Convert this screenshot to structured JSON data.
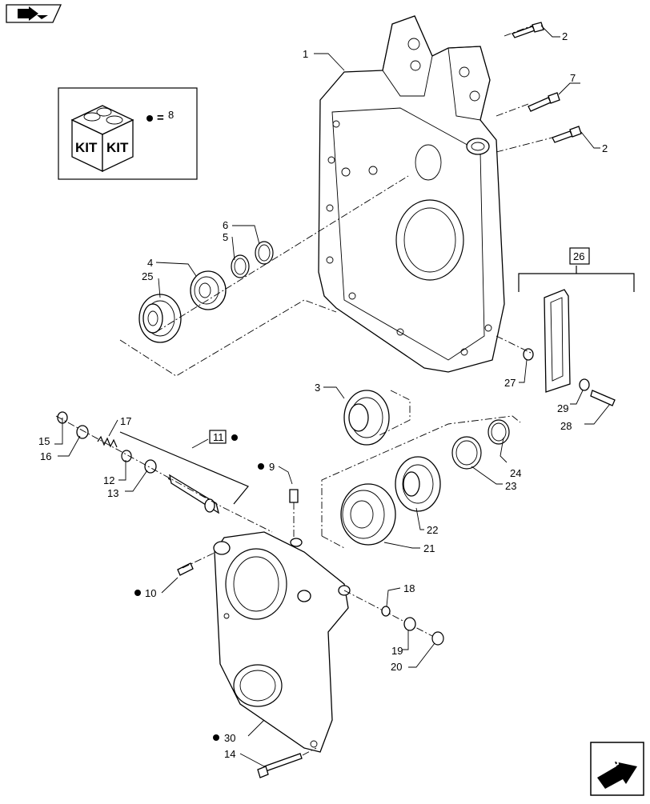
{
  "legend": {
    "kit_text_1": "KIT",
    "kit_text_2": "KIT",
    "equals": "=",
    "kit_ref": "8"
  },
  "icons": {
    "top_nav": "forward-arrow-icon",
    "bottom_nav": "next-page-arrow-icon"
  },
  "callouts": {
    "c1": "1",
    "c2a": "2",
    "c2b": "2",
    "c3": "3",
    "c4": "4",
    "c5": "5",
    "c6": "6",
    "c7": "7",
    "c9": "9",
    "c10": "10",
    "c11": "11",
    "c12": "12",
    "c13": "13",
    "c14": "14",
    "c15": "15",
    "c16": "16",
    "c17": "17",
    "c18": "18",
    "c19": "19",
    "c20": "20",
    "c21": "21",
    "c22": "22",
    "c23": "23",
    "c24": "24",
    "c25": "25",
    "c26": "26",
    "c27": "27",
    "c28": "28",
    "c29": "29",
    "c30": "30"
  }
}
